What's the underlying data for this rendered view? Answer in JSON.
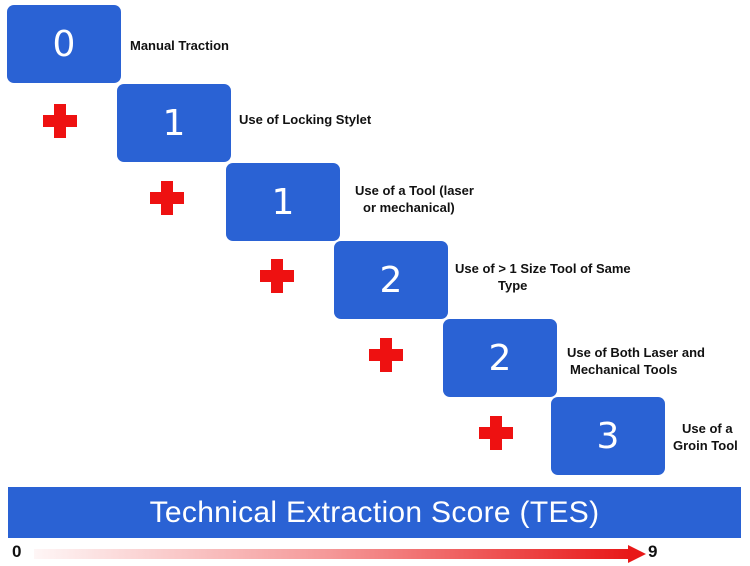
{
  "steps": [
    {
      "score": "0",
      "label_lines": [
        "Manual Traction"
      ]
    },
    {
      "score": "1",
      "label_lines": [
        "Use of Locking Stylet"
      ]
    },
    {
      "score": "1",
      "label_lines": [
        "Use of a Tool (laser",
        "or mechanical)"
      ]
    },
    {
      "score": "2",
      "label_lines": [
        "Use of > 1 Size Tool of Same",
        "Type"
      ]
    },
    {
      "score": "2",
      "label_lines": [
        "Use of Both Laser and",
        "Mechanical Tools"
      ]
    },
    {
      "score": "3",
      "label_lines": [
        "Use of a",
        "Groin Tool"
      ]
    }
  ],
  "plus_icon": "red-plus-icon",
  "title": "Technical Extraction Score (TES)",
  "scale": {
    "min": "0",
    "max": "9"
  },
  "colors": {
    "box": "#2a62d4",
    "plus": "#ee1111",
    "arrow": "#e81818"
  }
}
